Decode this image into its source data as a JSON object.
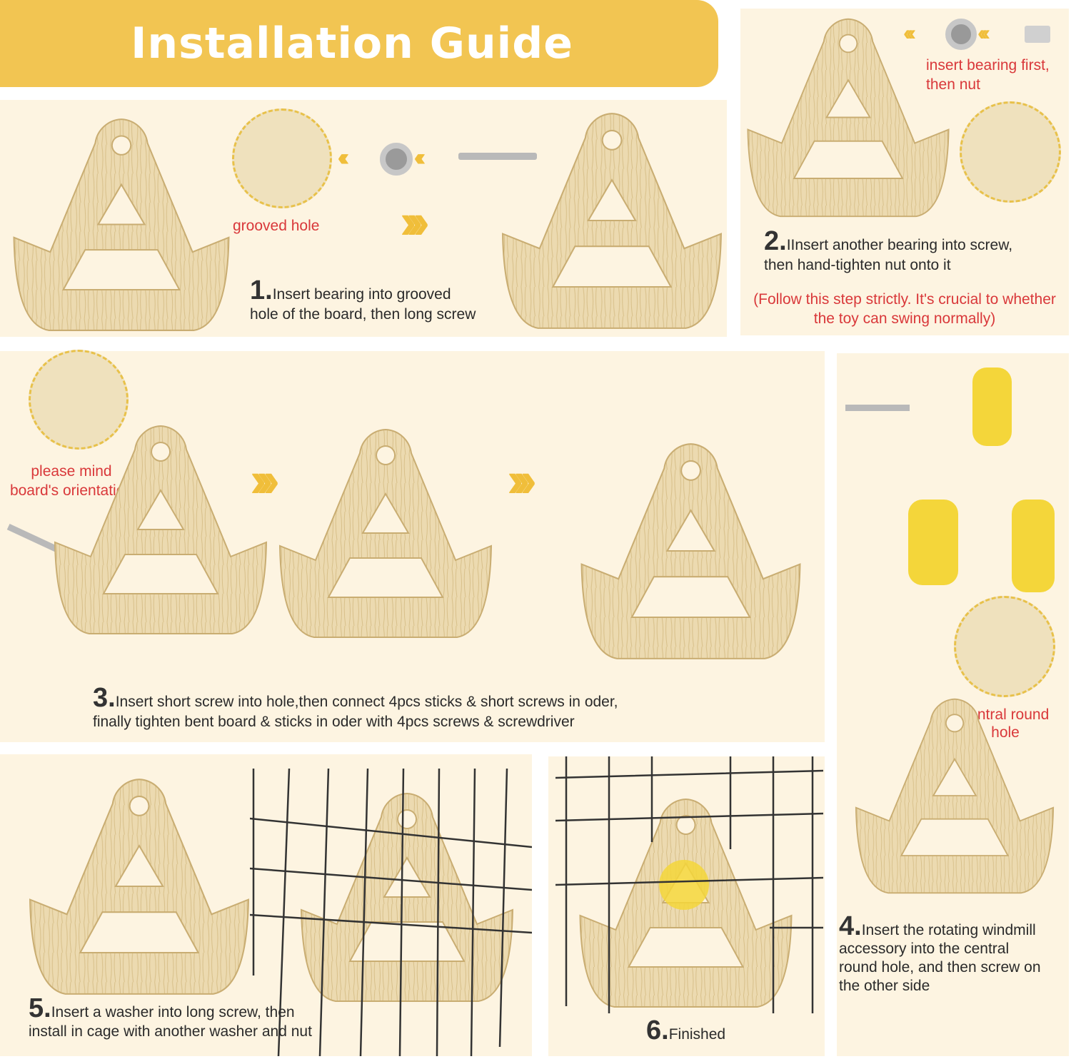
{
  "header": {
    "title": "Installation Guide"
  },
  "colors": {
    "accent": "#f2c552",
    "panel": "#fdf4e1",
    "warning_text": "#d9383a",
    "wood": "#ead8aa"
  },
  "steps": [
    {
      "number": "1.",
      "lines": [
        "Insert bearing into grooved",
        "hole of the board, then long screw"
      ],
      "callout": "grooved hole"
    },
    {
      "number": "2.",
      "lines": [
        "IInsert another bearing into screw,",
        "then hand-tighten nut onto it"
      ],
      "note": [
        "(Follow this step strictly. It's crucial to whether",
        "the toy can swing normally)"
      ],
      "callout": [
        "insert bearing first,",
        "then nut"
      ]
    },
    {
      "number": "3.",
      "lines": [
        "Insert short screw into hole,then connect 4pcs sticks & short screws in oder,",
        "finally tighten bent board & sticks in oder with 4pcs screws & screwdriver"
      ],
      "callout": [
        "please mind",
        "board's orientation"
      ]
    },
    {
      "number": "4.",
      "lines": [
        "Insert the rotating windmill",
        "accessory into the central",
        "round hole, and then screw on",
        "the other side"
      ],
      "callout": [
        "central round",
        "hole"
      ]
    },
    {
      "number": "5.",
      "lines": [
        "Insert a washer into long screw, then",
        "install in cage with another washer and nut"
      ]
    },
    {
      "number": "6.",
      "lines": [
        "Finished"
      ]
    }
  ]
}
